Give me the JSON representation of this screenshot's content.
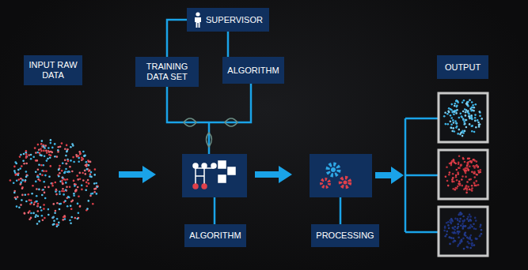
{
  "diagram": {
    "nodes": [
      {
        "text": [
          "INPUT RAW DATA"
        ]
      },
      {
        "text": [
          "SUPERVISOR"
        ]
      },
      {
        "text": [
          "TRAINING DATA SET"
        ]
      },
      {
        "text": [
          "ALGORITHM"
        ]
      },
      {
        "text": [
          "ALGORITHM"
        ]
      },
      {
        "text": [
          "PROCESSING"
        ]
      },
      {
        "text": [
          "OUTPUT"
        ]
      }
    ],
    "edges": [
      {
        "from": 1,
        "to": 2,
        "arrow": "none"
      },
      {
        "from": 1,
        "to": 3,
        "arrow": "none"
      }
    ]
  }
}
